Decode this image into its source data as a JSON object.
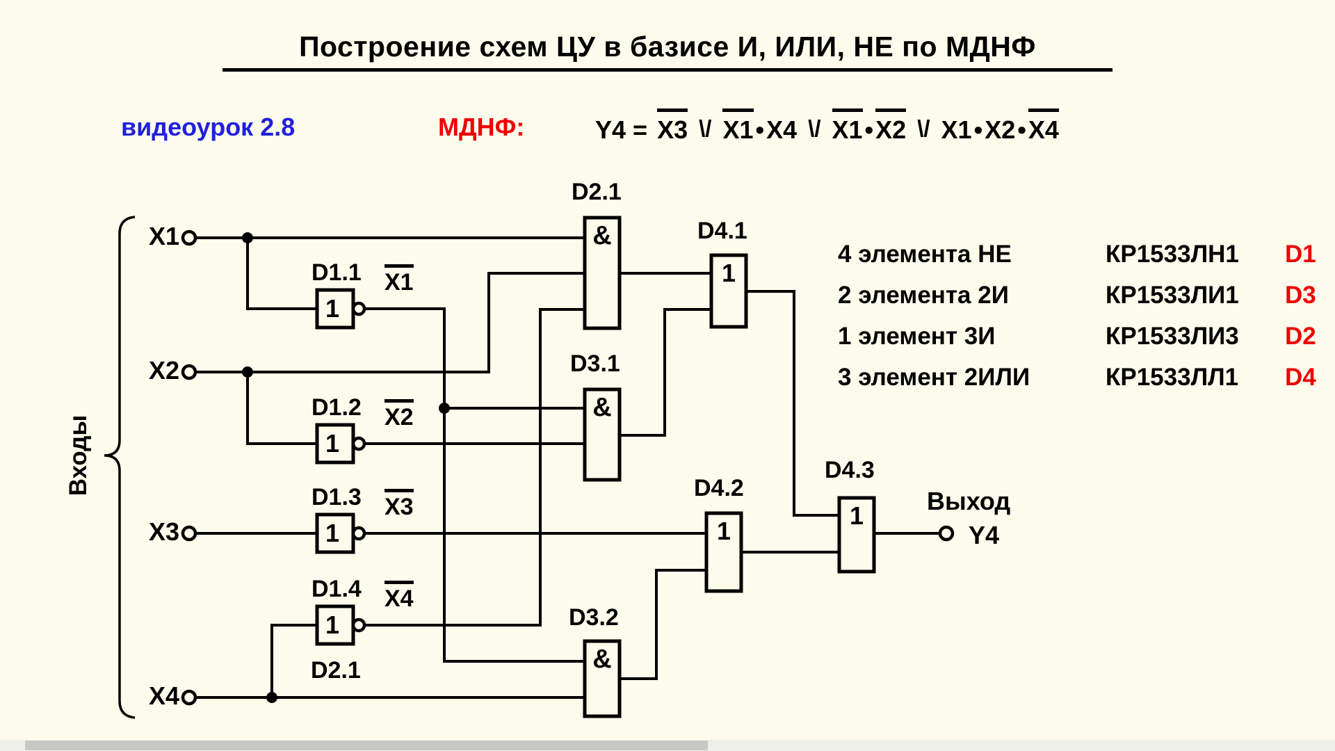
{
  "title": "Построение схем ЦУ в базисе  И, ИЛИ, НЕ  по МДНФ",
  "lesson_label": "видеоурок 2.8",
  "mdnf_label": "МДНФ:",
  "formula": {
    "lhs": "Y4 =",
    "or": "\\/",
    "dot": "•",
    "terms": [
      {
        "factors": [
          {
            "text": "X3",
            "overline": true
          }
        ]
      },
      {
        "factors": [
          {
            "text": "X1",
            "overline": true
          },
          {
            "text": "X4",
            "overline": false
          }
        ]
      },
      {
        "factors": [
          {
            "text": "X1",
            "overline": true
          },
          {
            "text": "X2",
            "overline": true
          }
        ]
      },
      {
        "factors": [
          {
            "text": "X1",
            "overline": false
          },
          {
            "text": "X2",
            "overline": false
          },
          {
            "text": "X4",
            "overline": true
          }
        ]
      }
    ]
  },
  "schematic": {
    "brace_label": "Входы",
    "inputs": [
      "X1",
      "X2",
      "X3",
      "X4"
    ],
    "not_gates": [
      {
        "label": "D1.1",
        "glyph": "1",
        "signal": "X1"
      },
      {
        "label": "D1.2",
        "glyph": "1",
        "signal": "X2"
      },
      {
        "label": "D1.3",
        "glyph": "1",
        "signal": "X3"
      },
      {
        "label": "D1.4",
        "glyph": "1",
        "signal": "X4"
      }
    ],
    "and_gates": [
      {
        "label": "D2.1",
        "glyph": "&"
      },
      {
        "label": "D3.1",
        "glyph": "&"
      },
      {
        "label": "D3.2",
        "glyph": "&"
      }
    ],
    "or_gates": [
      {
        "label": "D4.1",
        "glyph": "1"
      },
      {
        "label": "D4.2",
        "glyph": "1"
      },
      {
        "label": "D4.3",
        "glyph": "1"
      }
    ],
    "extra_label": "D2.1",
    "output": {
      "title": "Выход",
      "signal": "Y4"
    }
  },
  "legend": {
    "rows": [
      {
        "description": "4 элемента НЕ",
        "part": "КР1533ЛН1",
        "designator": "D1"
      },
      {
        "description": "2 элемента 2И",
        "part": "КР1533ЛИ1",
        "designator": "D3"
      },
      {
        "description": "1 элемент 3И",
        "part": "КР1533ЛИ3",
        "designator": "D2"
      },
      {
        "description": "3 элемент 2ИЛИ",
        "part": "КР1533ЛЛ1",
        "designator": "D4"
      }
    ]
  },
  "colors": {
    "background": "#FCFBEC",
    "ink": "#000000",
    "accent_blue": "#2020DD",
    "accent_red": "#EE0000"
  }
}
